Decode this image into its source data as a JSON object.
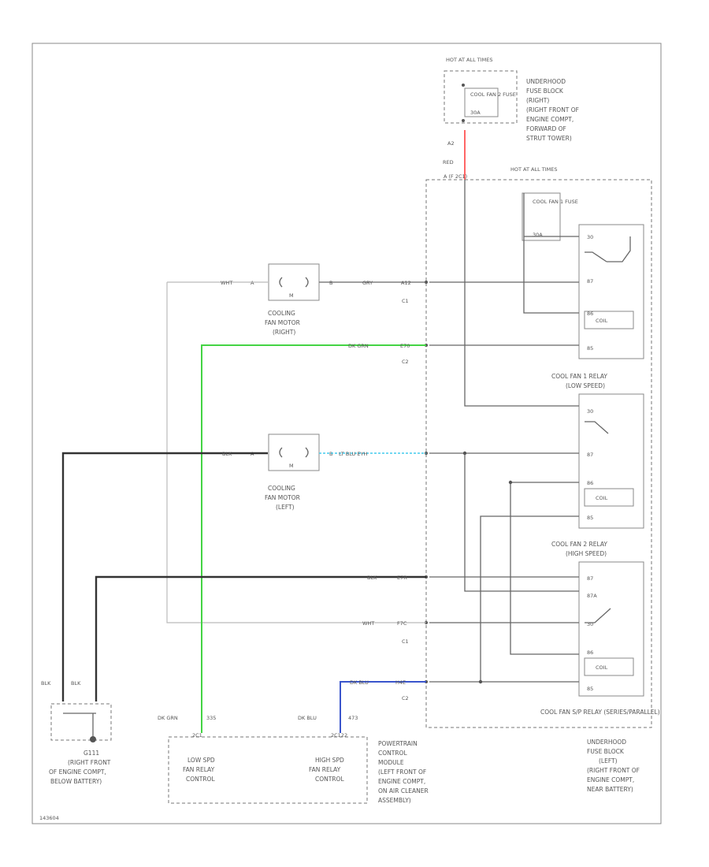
{
  "fuse_block_top": {
    "hot_label": "HOT AT ALL TIMES",
    "fuse_name": "COOL FAN 2 FUSE",
    "fuse_amps": "30A",
    "location": [
      "UNDERHOOD",
      "FUSE BLOCK",
      "(RIGHT)",
      "(RIGHT FRONT OF",
      "ENGINE COMPT,",
      "FORWARD OF",
      "STRUT TOWER)"
    ],
    "pin_a2": "A2"
  },
  "red_wire": {
    "color": "RED",
    "pin": "A  (F 2C1)"
  },
  "fuse_block_left": {
    "hot_label": "HOT AT ALL TIMES",
    "fuse_name": "COOL FAN 1 FUSE",
    "fuse_amps": "30A",
    "bottom_title": "COOL FAN S/P RELAY (SERIES/PARALLEL)",
    "location": [
      "UNDERHOOD",
      "FUSE BLOCK",
      "(LEFT)",
      "(RIGHT FRONT OF",
      "ENGINE COMPT,",
      "NEAR BATTERY)"
    ]
  },
  "motor_right": {
    "label": [
      "COOLING",
      "FAN MOTOR",
      "(RIGHT)"
    ],
    "symbol": "M",
    "pin_left": "A",
    "pin_right": "B",
    "wire_left": "WHT",
    "wire_right": "GRY",
    "pin_c1": "A12"
  },
  "motor_left": {
    "label": [
      "COOLING",
      "FAN MOTOR",
      "(LEFT)"
    ],
    "symbol": "M",
    "pin_left": "A",
    "pin_right": "B",
    "wire_left": "BLK",
    "wire_right": "LT BLU  EYH"
  },
  "connectors": {
    "c1_top": "C1",
    "c2_top": "C2",
    "c1_bottom": "C1",
    "c2_bottom": "C2",
    "dk_grn_wire": "DK GRN",
    "dk_grn_pin": "E70",
    "blk_wire": "BLK",
    "blk_pin": "E7R",
    "wht_wire": "WHT",
    "wht_pin": "F7C",
    "dk_blu_wire": "DK BLU",
    "dk_blu_pin": "H4E"
  },
  "relays": {
    "relay1_title": [
      "COOL FAN 1 RELAY",
      "(LOW SPEED)"
    ],
    "relay2_title": [
      "COOL FAN 2 RELAY",
      "(HIGH SPEED)"
    ],
    "coil": "COIL",
    "pins_top": [
      "30",
      "87",
      "86",
      "85"
    ],
    "pins_r1": [
      "30",
      "87",
      "86",
      "85"
    ],
    "pins_r2": [
      "87",
      "87A",
      "30",
      "86",
      "85"
    ]
  },
  "ground": {
    "wire_a": "BLK",
    "wire_b": "BLK",
    "name": "G111",
    "location": [
      "(RIGHT FRONT",
      "OF ENGINE COMPT,",
      "BELOW BATTERY)"
    ]
  },
  "pcm": {
    "low_wire": "DK GRN",
    "low_circuit": "335",
    "low_pin": "2C1",
    "low_label": [
      "LOW SPD",
      "FAN RELAY",
      "CONTROL"
    ],
    "high_wire": "DK BLU",
    "high_circuit": "473",
    "high_pin": "2C122",
    "high_label": [
      "HIGH SPD",
      "FAN RELAY",
      "CONTROL"
    ],
    "title": [
      "POWERTRAIN",
      "CONTROL",
      "MODULE",
      "(LEFT FRONT OF",
      "ENGINE COMPT,",
      "ON AIR CLEANER",
      "ASSEMBLY)"
    ]
  },
  "footer_code": "143604",
  "colors": {
    "red": "#ff5555",
    "green": "#44d444",
    "cyan": "#44ccee",
    "blue": "#3a55cc",
    "ink": "#555555"
  }
}
